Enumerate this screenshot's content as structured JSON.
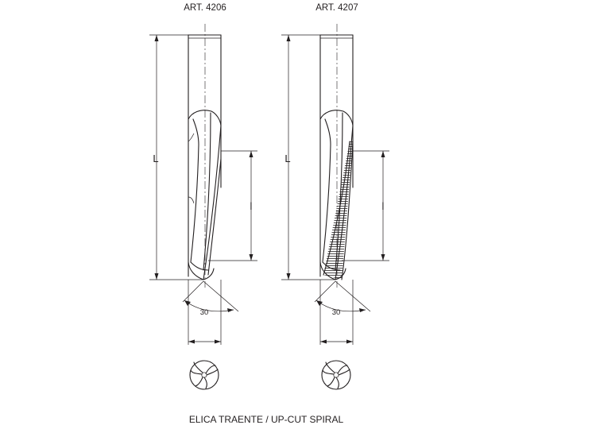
{
  "tools": [
    {
      "article": "ART. 4206",
      "overall_length_label": "L",
      "cutting_length_label": "l",
      "angle_label": "30"
    },
    {
      "article": "ART. 4207",
      "overall_length_label": "L",
      "cutting_length_label": "l",
      "angle_label": "30"
    }
  ],
  "caption": "ELICA TRAENTE / UP-CUT SPIRAL"
}
